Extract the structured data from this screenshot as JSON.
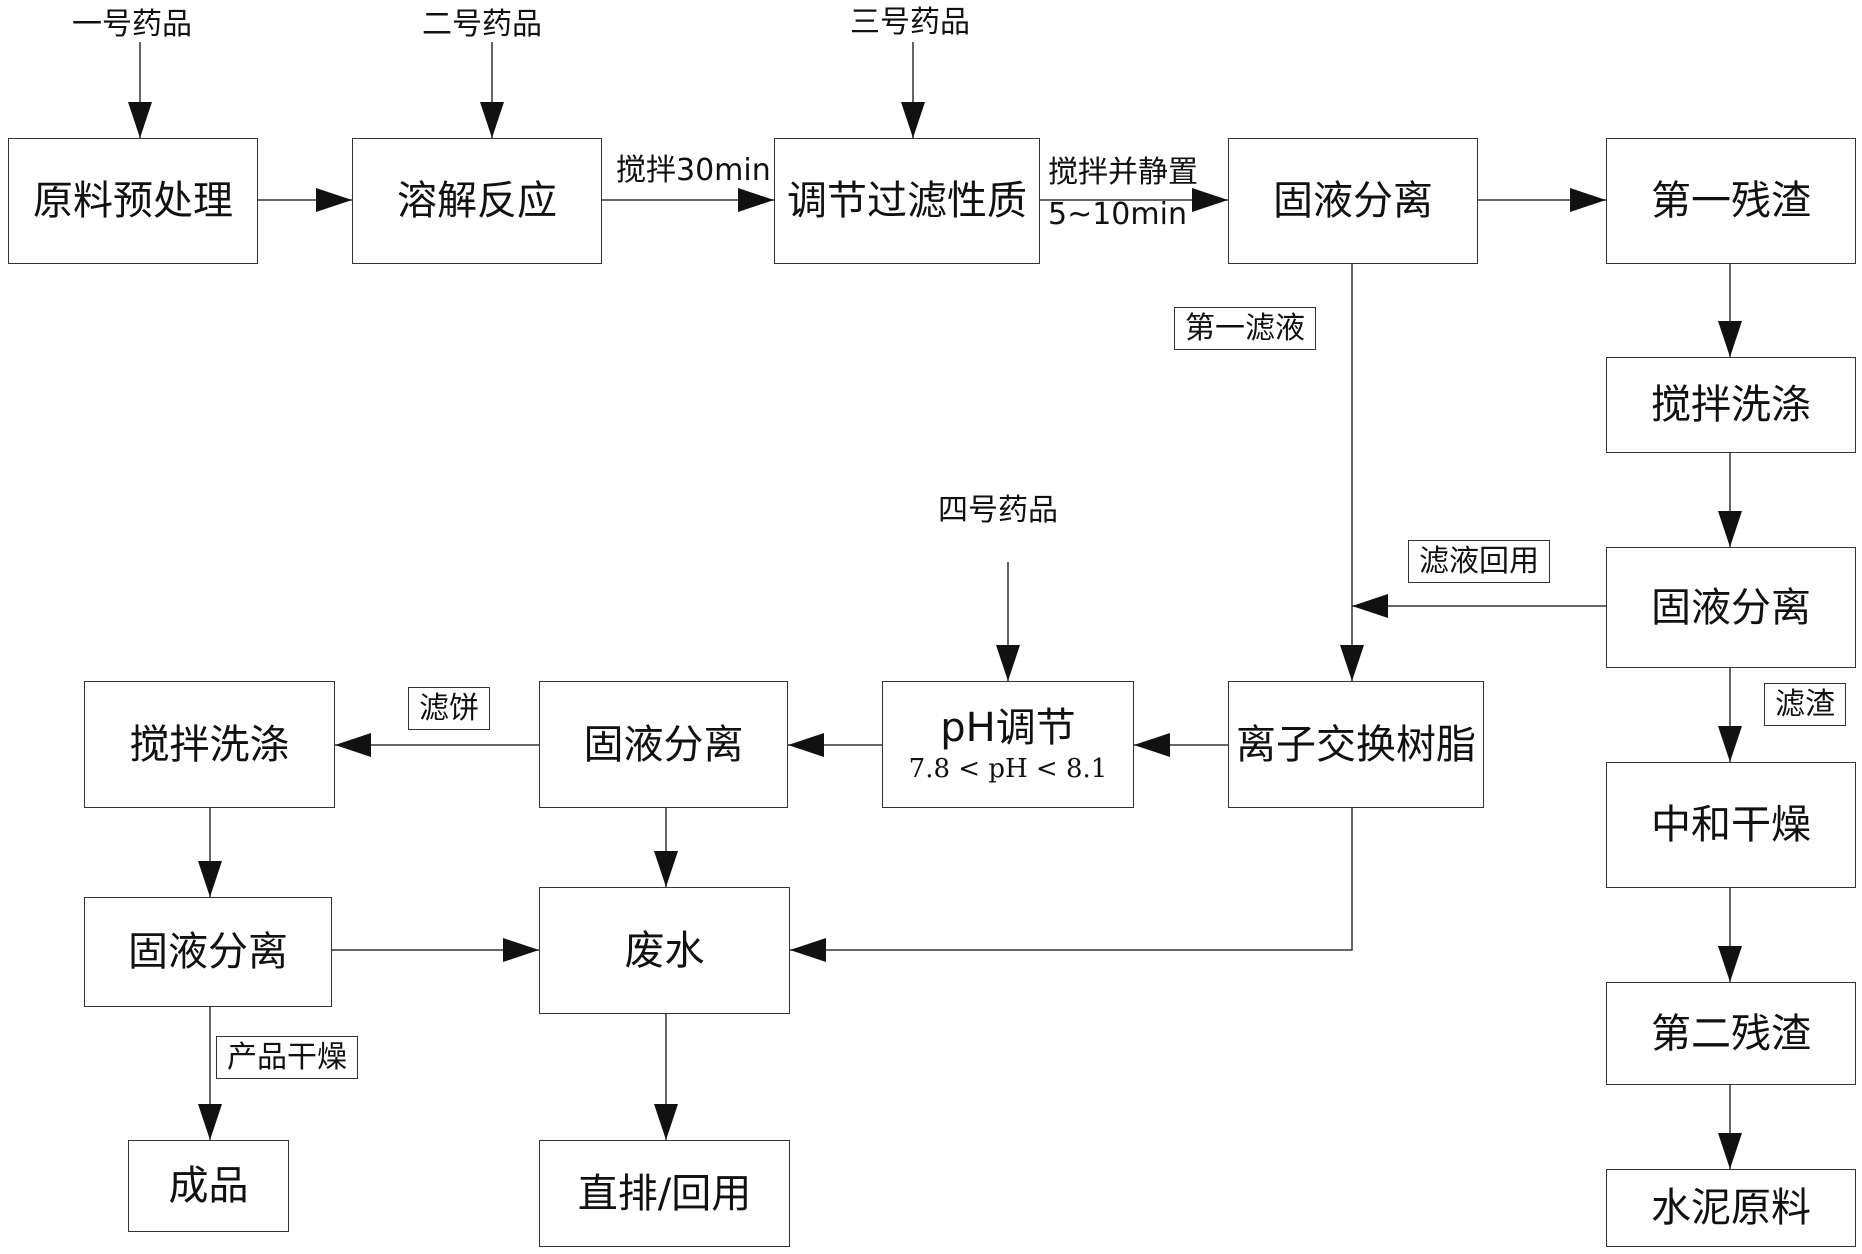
{
  "inputs": {
    "chem1": "一号药品",
    "chem2": "二号药品",
    "chem3": "三号药品",
    "chem4": "四号药品"
  },
  "nodes": {
    "pretreat": "原料预处理",
    "dissolve": "溶解反应",
    "adjust_filter": "调节过滤性质",
    "sep1": "固液分离",
    "residue1": "第一残渣",
    "wash1": "搅拌洗涤",
    "sep2": "固液分离",
    "neutral_dry": "中和干燥",
    "residue2": "第二残渣",
    "cement": "水泥原料",
    "ion_exchange": "离子交换树脂",
    "ph_adjust": "pH调节",
    "ph_range": "7.8 < pH < 8.1",
    "sep3": "固液分离",
    "wash2": "搅拌洗涤",
    "sep4": "固液分离",
    "wastewater": "废水",
    "discharge": "直排/回用",
    "product": "成品"
  },
  "edge_labels": {
    "stir30": "搅拌30min",
    "stir_settle": "搅拌并静置",
    "settle_time": "5~10min",
    "filtrate1": "第一滤液",
    "filtrate_reuse": "滤液回用",
    "filter_residue": "滤渣",
    "filter_cake": "滤饼",
    "product_dry": "产品干燥"
  }
}
